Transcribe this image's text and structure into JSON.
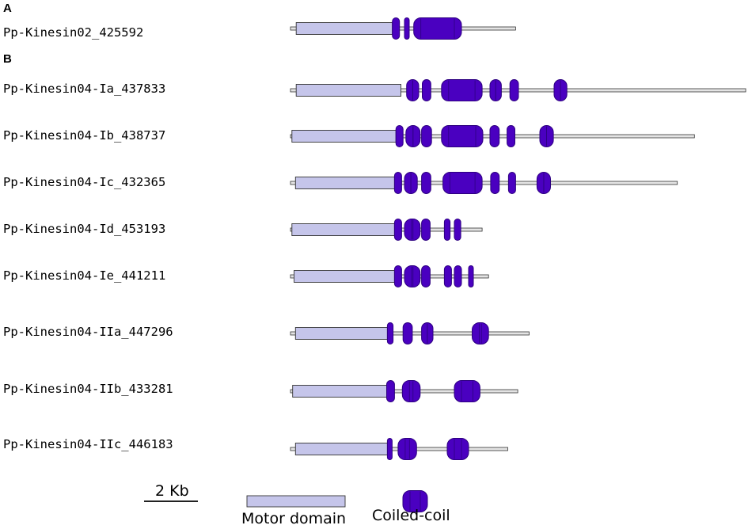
{
  "panels": {
    "a": "A",
    "b": "B"
  },
  "colors": {
    "motor_fill": "#c5c5ea",
    "coil_fill": "#4a00c0",
    "coil_stroke": "#2d0080",
    "line_fill": "#e4e4e4",
    "outline": "#333333"
  },
  "proteins": [
    {
      "name": "Pp-Kinesin02_425592",
      "length": 3.16,
      "motor": [
        0.08,
        1.43
      ],
      "coils": [
        [
          1.43,
          1.53
        ],
        [
          1.6,
          1.66
        ],
        [
          1.73,
          2.4
        ]
      ]
    },
    {
      "name": "Pp-Kinesin04-Ia_437833",
      "length": 6.39,
      "motor": [
        0.08,
        1.55
      ],
      "coils": [
        [
          1.63,
          1.8
        ],
        [
          1.85,
          1.97
        ],
        [
          2.12,
          2.69
        ],
        [
          2.8,
          2.96
        ],
        [
          3.08,
          3.2
        ],
        [
          3.7,
          3.88
        ]
      ]
    },
    {
      "name": "Pp-Kinesin04-Ib_438737",
      "length": 5.67,
      "motor": [
        0.02,
        1.48
      ],
      "coils": [
        [
          1.48,
          1.58
        ],
        [
          1.62,
          1.82
        ],
        [
          1.84,
          1.98
        ],
        [
          2.12,
          2.7
        ],
        [
          2.8,
          2.93
        ],
        [
          3.04,
          3.15
        ],
        [
          3.5,
          3.69
        ]
      ]
    },
    {
      "name": "Pp-Kinesin04-Ic_432365",
      "length": 5.43,
      "motor": [
        0.07,
        1.46
      ],
      "coils": [
        [
          1.46,
          1.56
        ],
        [
          1.6,
          1.78
        ],
        [
          1.84,
          1.97
        ],
        [
          2.14,
          2.69
        ],
        [
          2.81,
          2.93
        ],
        [
          3.06,
          3.16
        ],
        [
          3.46,
          3.65
        ]
      ]
    },
    {
      "name": "Pp-Kinesin04-Id_453193",
      "length": 2.69,
      "motor": [
        0.02,
        1.46
      ],
      "coils": [
        [
          1.46,
          1.56
        ],
        [
          1.6,
          1.82
        ],
        [
          1.84,
          1.96
        ],
        [
          2.16,
          2.24
        ],
        [
          2.3,
          2.39
        ]
      ]
    },
    {
      "name": "Pp-Kinesin04-Ie_441211",
      "length": 2.78,
      "motor": [
        0.05,
        1.46
      ],
      "coils": [
        [
          1.46,
          1.56
        ],
        [
          1.6,
          1.82
        ],
        [
          1.84,
          1.96
        ],
        [
          2.16,
          2.26
        ],
        [
          2.3,
          2.4
        ],
        [
          2.5,
          2.56
        ]
      ]
    },
    {
      "name": "Pp-Kinesin04-IIa_447296",
      "length": 3.35,
      "motor": [
        0.07,
        1.36
      ],
      "coils": [
        [
          1.36,
          1.44
        ],
        [
          1.58,
          1.71
        ],
        [
          1.84,
          2.0
        ],
        [
          2.55,
          2.78
        ]
      ]
    },
    {
      "name": "Pp-Kinesin04-IIb_433281",
      "length": 3.19,
      "motor": [
        0.03,
        1.35
      ],
      "coils": [
        [
          1.35,
          1.46
        ],
        [
          1.57,
          1.82
        ],
        [
          2.3,
          2.66
        ]
      ]
    },
    {
      "name": "Pp-Kinesin04-IIc_446183",
      "length": 3.05,
      "motor": [
        0.07,
        1.36
      ],
      "coils": [
        [
          1.36,
          1.41
        ],
        [
          1.51,
          1.77
        ],
        [
          2.2,
          2.5
        ]
      ]
    }
  ],
  "scale": {
    "label": "2 Kb",
    "kb": 2
  },
  "legend": {
    "motor_label": "Motor domain",
    "coil_label": "Coiled-coil"
  }
}
